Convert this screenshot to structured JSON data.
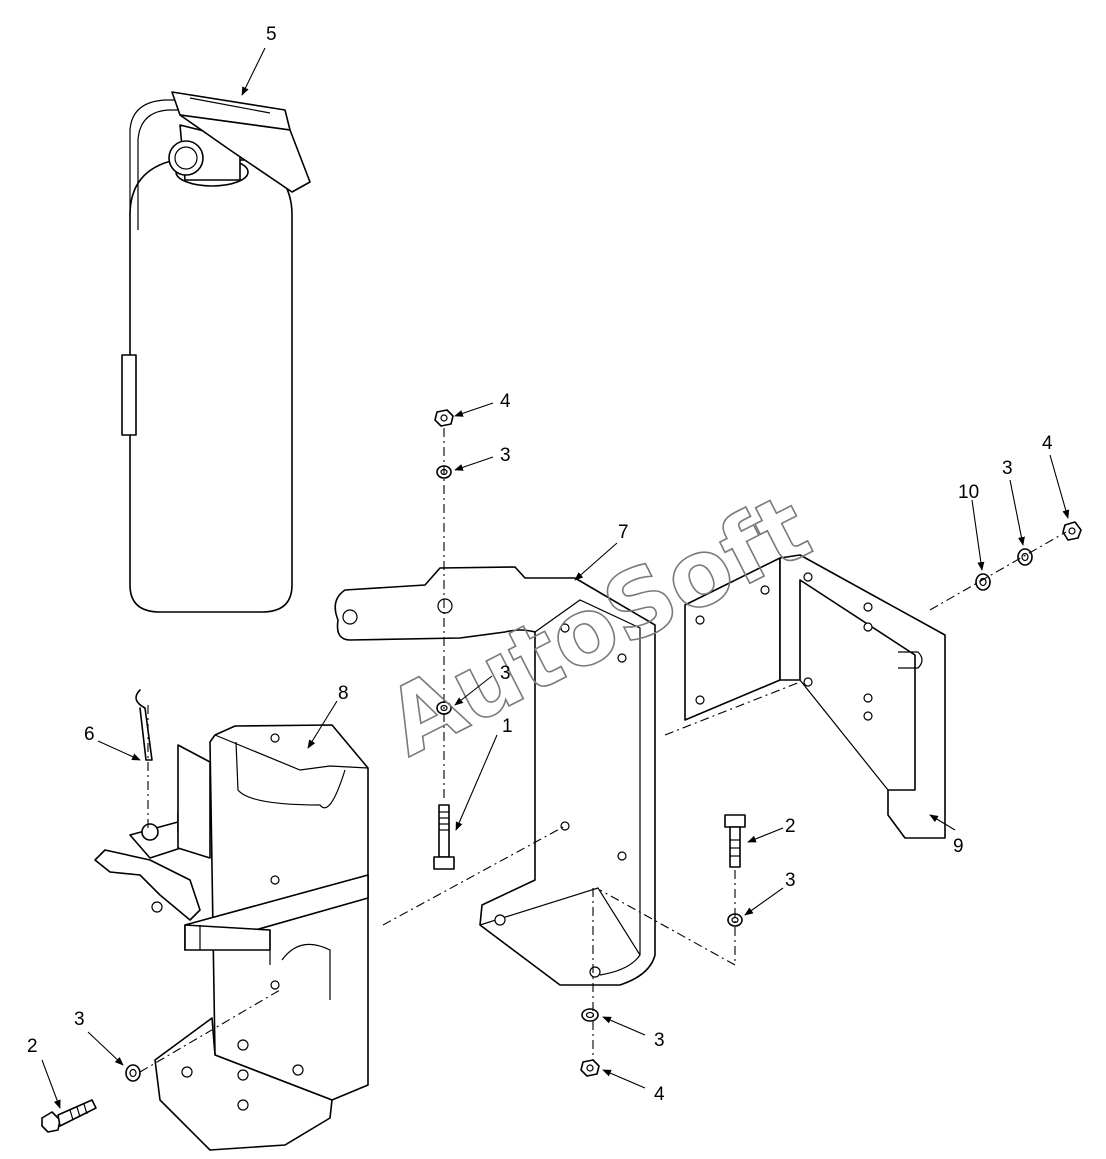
{
  "diagram": {
    "watermark": "AutoSoft",
    "callouts": [
      {
        "id": "c5",
        "label": "5"
      },
      {
        "id": "c4a",
        "label": "4"
      },
      {
        "id": "c3a",
        "label": "3"
      },
      {
        "id": "c7",
        "label": "7"
      },
      {
        "id": "c3b",
        "label": "3"
      },
      {
        "id": "c1",
        "label": "1"
      },
      {
        "id": "c8",
        "label": "8"
      },
      {
        "id": "c6",
        "label": "6"
      },
      {
        "id": "c10",
        "label": "10"
      },
      {
        "id": "c3c",
        "label": "3"
      },
      {
        "id": "c4b",
        "label": "4"
      },
      {
        "id": "c9",
        "label": "9"
      },
      {
        "id": "c2a",
        "label": "2"
      },
      {
        "id": "c3d",
        "label": "3"
      },
      {
        "id": "c3e",
        "label": "3"
      },
      {
        "id": "c4c",
        "label": "4"
      },
      {
        "id": "c2b",
        "label": "2"
      },
      {
        "id": "c3f",
        "label": "3"
      }
    ],
    "parts": {
      "fire_extinguisher": "fire-extinguisher",
      "mounting_bracket": "mounting-bracket",
      "side_bracket": "side-bracket",
      "extinguisher_holder": "extinguisher-holder"
    }
  }
}
